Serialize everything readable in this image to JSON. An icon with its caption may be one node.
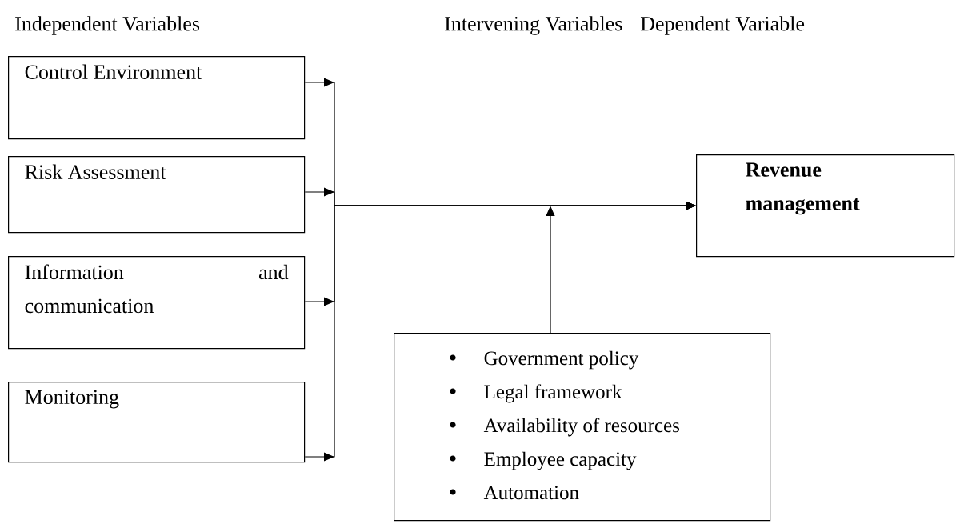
{
  "diagram": {
    "nodes": [
      {
        "text": [
          "Control Environment"
        ]
      },
      {
        "text": [
          "Risk Assessment"
        ]
      },
      {
        "text": [
          "Information and communication"
        ]
      },
      {
        "text": [
          "Monitoring"
        ]
      },
      {
        "text": [
          "Revenue management"
        ]
      },
      {
        "text": [
          "Government policy",
          "Legal framework",
          "Availability of resources",
          "Employee capacity",
          "Automation"
        ]
      }
    ],
    "edges": [
      {
        "from": 0,
        "to": 4,
        "arrow": "to"
      },
      {
        "from": 1,
        "to": 4,
        "arrow": "to"
      },
      {
        "from": 2,
        "to": 4,
        "arrow": "to"
      },
      {
        "from": 3,
        "to": 4,
        "arrow": "to"
      },
      {
        "from": 5,
        "to": null,
        "arrow": "to"
      }
    ],
    "labels": [
      "Independent Variables",
      "Intervening Variables",
      "Dependent Variable"
    ]
  }
}
